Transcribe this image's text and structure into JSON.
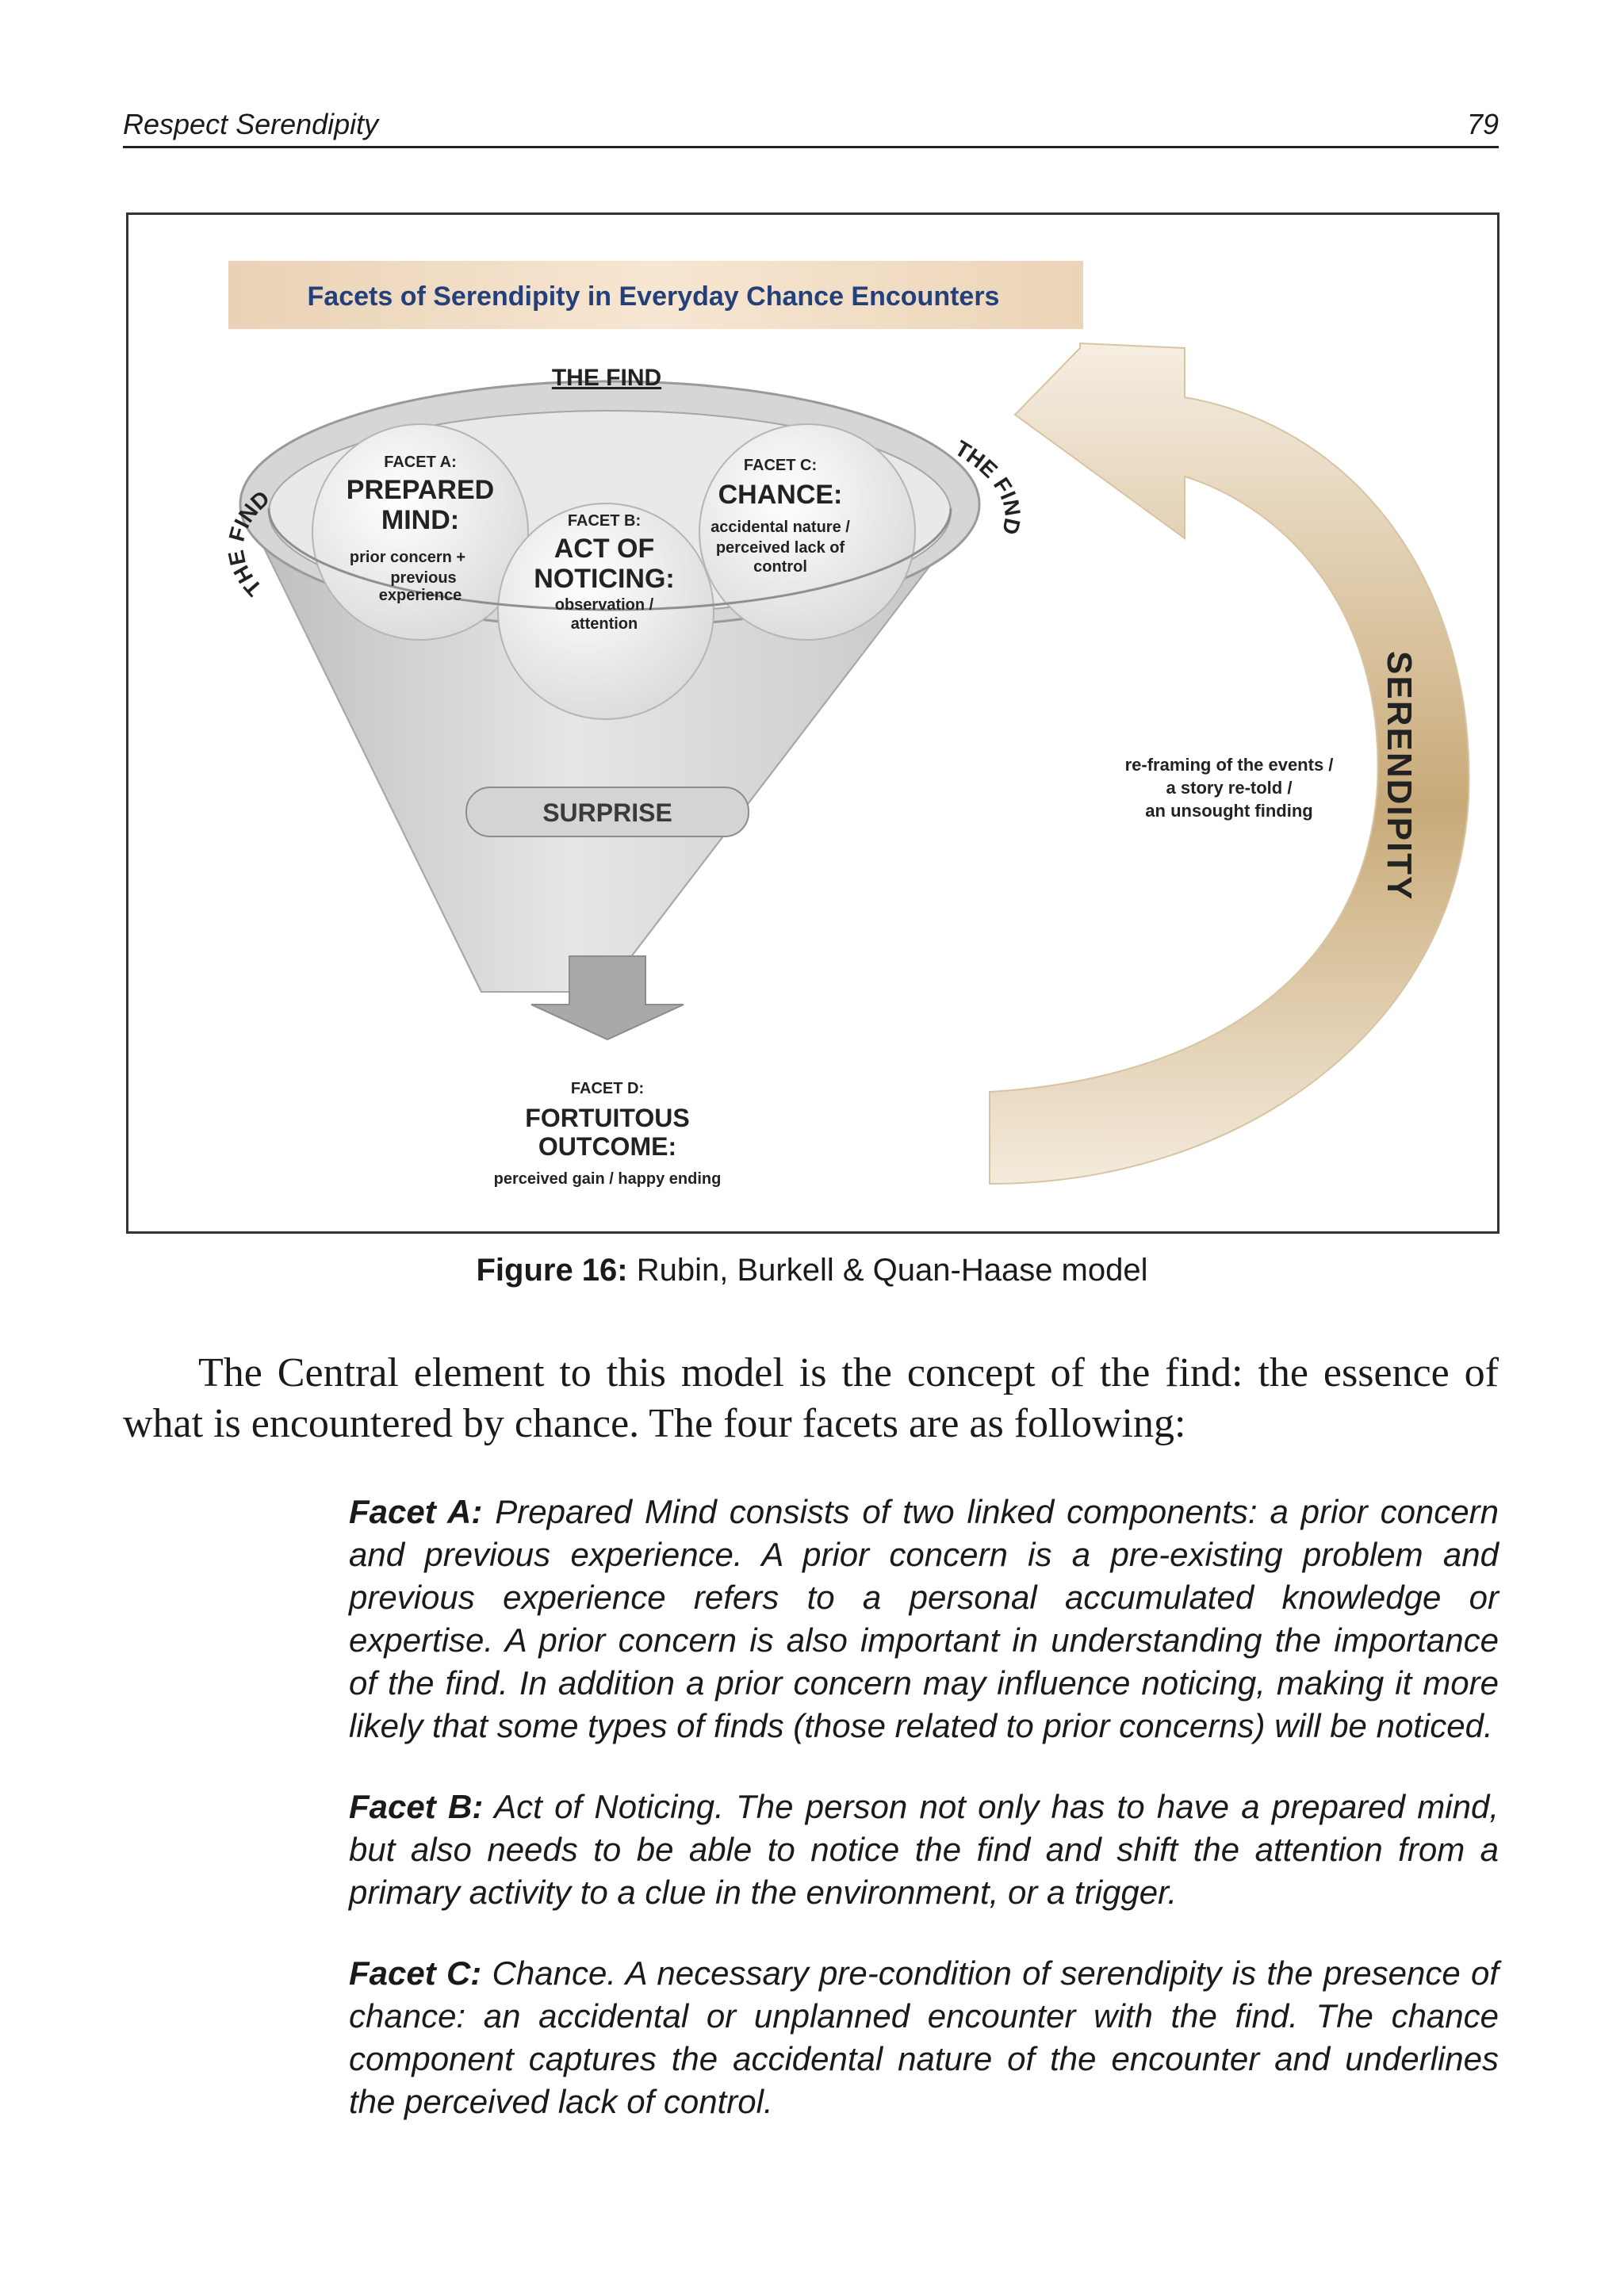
{
  "header": {
    "title": "Respect Serendipity",
    "page_number": "79"
  },
  "figure": {
    "banner": "Facets of Serendipity in Everyday Chance Encounters",
    "find_top": "THE FIND",
    "find_left": "THE FIND",
    "find_right": "THE FIND",
    "facet_a": {
      "tag": "FACET A:",
      "title1": "PREPARED",
      "title2": "MIND:",
      "desc1": "prior concern +",
      "desc2": "previous",
      "desc3": "experience"
    },
    "facet_b": {
      "tag": "FACET B:",
      "title1": "ACT OF",
      "title2": "NOTICING:",
      "desc1": "observation /",
      "desc2": "attention"
    },
    "facet_c": {
      "tag": "FACET C:",
      "title1": "CHANCE:",
      "desc1": "accidental nature /",
      "desc2": "perceived lack of",
      "desc3": "control"
    },
    "surprise": "SURPRISE",
    "facet_d": {
      "tag": "FACET D:",
      "title1": "FORTUITOUS",
      "title2": "OUTCOME:",
      "desc1": "perceived gain / happy ending"
    },
    "reframe1": "re-framing of the events /",
    "reframe2": "a story re-told  /",
    "reframe3": "an unsought finding",
    "serendipity": "SERENDIPITY",
    "colors": {
      "banner_title": "#23407a",
      "banner_fill": "#f3dcc0",
      "funnel": "#cfcfcf",
      "arrow_gold": "#b8965a",
      "arrow_light": "#f4eadb"
    }
  },
  "caption": {
    "label": "Figure 16:",
    "text": " Rubin, Burkell & Quan-Haase model"
  },
  "intro": "The Central element to this model is the concept of the find: the essence of what is encountered by chance. The four facets are as following:",
  "facets": [
    {
      "label": "Facet A:",
      "text": " Prepared Mind consists of two linked components: a prior concern and previous experience. A prior concern is a pre-existing problem and previous experience refers to a personal accumulated knowledge or expertise. A prior concern is also important in understanding the importance of the find. In addition a prior concern may influence noticing, making it more likely that some types of finds (those related to prior concerns) will be noticed."
    },
    {
      "label": "Facet B:",
      "text": " Act of Noticing. The person not only has to have a prepared mind, but also needs to be able to notice the find and shift the attention from a primary activity to a clue in the environment, or a trigger."
    },
    {
      "label": "Facet C:",
      "text": " Chance. A necessary pre-condition of serendipity is the presence of chance: an accidental or unplanned encounter with the find. The chance component captures the accidental nature of the encounter and underlines the perceived lack of control."
    }
  ]
}
